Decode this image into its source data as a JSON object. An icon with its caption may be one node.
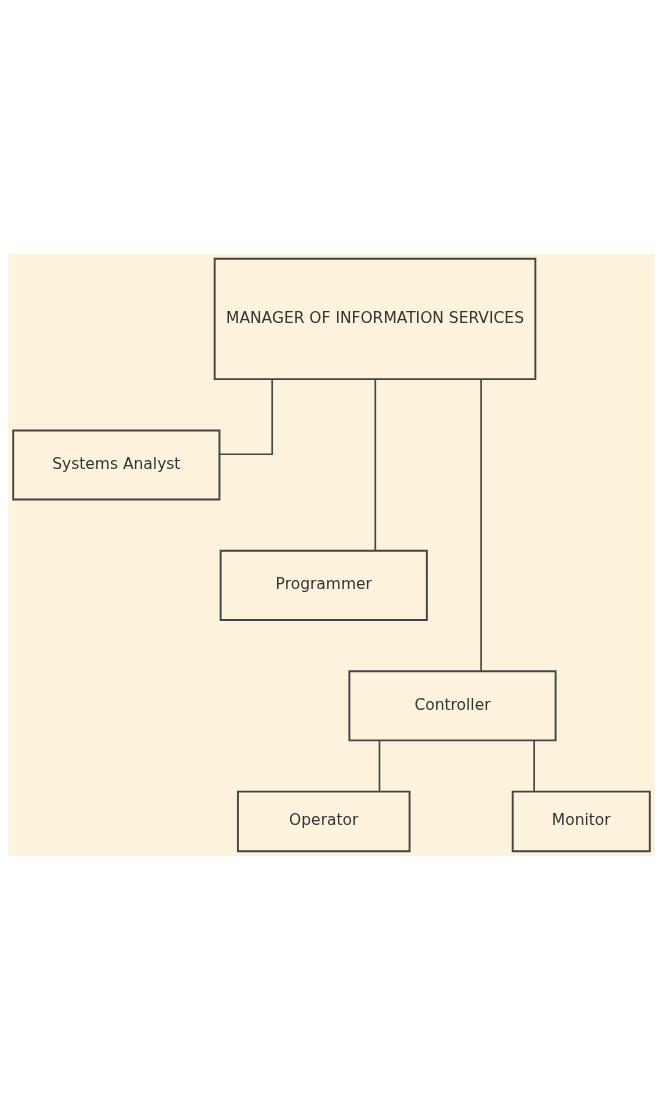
{
  "diagram": {
    "nodes": [
      {
        "text": [
          "MANAGER OF INFORMATION SERVICES"
        ]
      },
      {
        "text": [
          "Systems Analyst"
        ]
      },
      {
        "text": [
          "Programmer"
        ]
      },
      {
        "text": [
          "Controller"
        ]
      },
      {
        "text": [
          "Operator"
        ]
      },
      {
        "text": [
          "Monitor"
        ]
      }
    ],
    "edges": [
      {
        "from": 0,
        "to": 1,
        "arrow": "none"
      },
      {
        "from": 0,
        "to": 2,
        "arrow": "none"
      },
      {
        "from": 0,
        "to": 3,
        "arrow": "none"
      },
      {
        "from": 3,
        "to": 4,
        "arrow": "none"
      },
      {
        "from": 3,
        "to": 5,
        "arrow": "none"
      }
    ]
  }
}
